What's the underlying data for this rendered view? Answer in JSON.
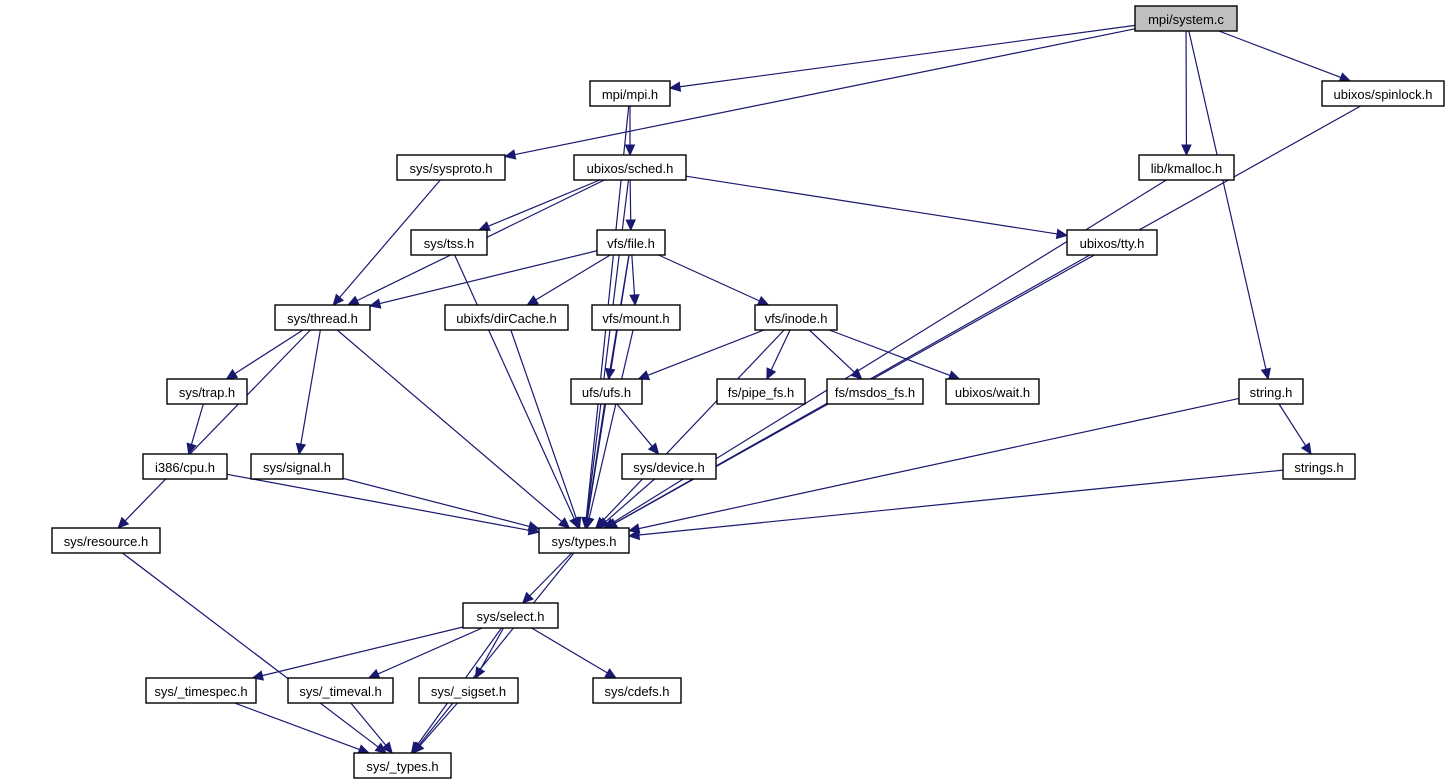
{
  "title": "mpi/system.c include dependency graph",
  "colors": {
    "edge": "#191970",
    "root_fill": "#bfbfbf",
    "node_fill": "#ffffff",
    "border": "#000000"
  },
  "nodes": [
    {
      "id": "system_c",
      "label": "mpi/system.c",
      "root": true
    },
    {
      "id": "mpi_h",
      "label": "mpi/mpi.h"
    },
    {
      "id": "spinlock_h",
      "label": "ubixos/spinlock.h"
    },
    {
      "id": "sysproto_h",
      "label": "sys/sysproto.h"
    },
    {
      "id": "sched_h",
      "label": "ubixos/sched.h"
    },
    {
      "id": "kmalloc_h",
      "label": "lib/kmalloc.h"
    },
    {
      "id": "tss_h",
      "label": "sys/tss.h"
    },
    {
      "id": "file_h",
      "label": "vfs/file.h"
    },
    {
      "id": "tty_h",
      "label": "ubixos/tty.h"
    },
    {
      "id": "thread_h",
      "label": "sys/thread.h"
    },
    {
      "id": "dircache_h",
      "label": "ubixfs/dirCache.h"
    },
    {
      "id": "mount_h",
      "label": "vfs/mount.h"
    },
    {
      "id": "inode_h",
      "label": "vfs/inode.h"
    },
    {
      "id": "trap_h",
      "label": "sys/trap.h"
    },
    {
      "id": "ufs_h",
      "label": "ufs/ufs.h"
    },
    {
      "id": "pipefs_h",
      "label": "fs/pipe_fs.h"
    },
    {
      "id": "msdosfs_h",
      "label": "fs/msdos_fs.h"
    },
    {
      "id": "wait_h",
      "label": "ubixos/wait.h"
    },
    {
      "id": "string_h",
      "label": "string.h"
    },
    {
      "id": "cpu_h",
      "label": "i386/cpu.h"
    },
    {
      "id": "signal_h",
      "label": "sys/signal.h"
    },
    {
      "id": "device_h",
      "label": "sys/device.h"
    },
    {
      "id": "strings_h",
      "label": "strings.h"
    },
    {
      "id": "resource_h",
      "label": "sys/resource.h"
    },
    {
      "id": "types_h",
      "label": "sys/types.h"
    },
    {
      "id": "select_h",
      "label": "sys/select.h"
    },
    {
      "id": "timespec_h",
      "label": "sys/_timespec.h"
    },
    {
      "id": "timeval_h",
      "label": "sys/_timeval.h"
    },
    {
      "id": "sigset_h",
      "label": "sys/_sigset.h"
    },
    {
      "id": "cdefs_h",
      "label": "sys/cdefs.h"
    },
    {
      "id": "_types_h",
      "label": "sys/_types.h"
    }
  ],
  "edges": [
    [
      "system_c",
      "mpi_h"
    ],
    [
      "system_c",
      "sysproto_h"
    ],
    [
      "system_c",
      "kmalloc_h"
    ],
    [
      "system_c",
      "string_h"
    ],
    [
      "system_c",
      "spinlock_h"
    ],
    [
      "mpi_h",
      "sched_h"
    ],
    [
      "mpi_h",
      "types_h"
    ],
    [
      "sysproto_h",
      "thread_h"
    ],
    [
      "sched_h",
      "tss_h"
    ],
    [
      "sched_h",
      "thread_h"
    ],
    [
      "sched_h",
      "file_h"
    ],
    [
      "sched_h",
      "tty_h"
    ],
    [
      "sched_h",
      "types_h"
    ],
    [
      "tss_h",
      "types_h"
    ],
    [
      "file_h",
      "thread_h"
    ],
    [
      "file_h",
      "dircache_h"
    ],
    [
      "file_h",
      "mount_h"
    ],
    [
      "file_h",
      "inode_h"
    ],
    [
      "file_h",
      "ufs_h"
    ],
    [
      "file_h",
      "types_h"
    ],
    [
      "thread_h",
      "trap_h"
    ],
    [
      "thread_h",
      "signal_h"
    ],
    [
      "thread_h",
      "resource_h"
    ],
    [
      "thread_h",
      "types_h"
    ],
    [
      "trap_h",
      "cpu_h"
    ],
    [
      "cpu_h",
      "types_h"
    ],
    [
      "signal_h",
      "types_h"
    ],
    [
      "dircache_h",
      "types_h"
    ],
    [
      "mount_h",
      "types_h"
    ],
    [
      "inode_h",
      "ufs_h"
    ],
    [
      "inode_h",
      "pipefs_h"
    ],
    [
      "inode_h",
      "msdosfs_h"
    ],
    [
      "inode_h",
      "wait_h"
    ],
    [
      "inode_h",
      "types_h"
    ],
    [
      "ufs_h",
      "device_h"
    ],
    [
      "ufs_h",
      "types_h"
    ],
    [
      "device_h",
      "types_h"
    ],
    [
      "tty_h",
      "types_h"
    ],
    [
      "kmalloc_h",
      "types_h"
    ],
    [
      "spinlock_h",
      "types_h"
    ],
    [
      "string_h",
      "strings_h"
    ],
    [
      "string_h",
      "types_h"
    ],
    [
      "strings_h",
      "types_h"
    ],
    [
      "resource_h",
      "_types_h"
    ],
    [
      "types_h",
      "select_h"
    ],
    [
      "types_h",
      "_types_h"
    ],
    [
      "select_h",
      "timespec_h"
    ],
    [
      "select_h",
      "timeval_h"
    ],
    [
      "select_h",
      "sigset_h"
    ],
    [
      "select_h",
      "cdefs_h"
    ],
    [
      "select_h",
      "_types_h"
    ],
    [
      "timespec_h",
      "_types_h"
    ],
    [
      "timeval_h",
      "_types_h"
    ],
    [
      "sigset_h",
      "_types_h"
    ]
  ]
}
